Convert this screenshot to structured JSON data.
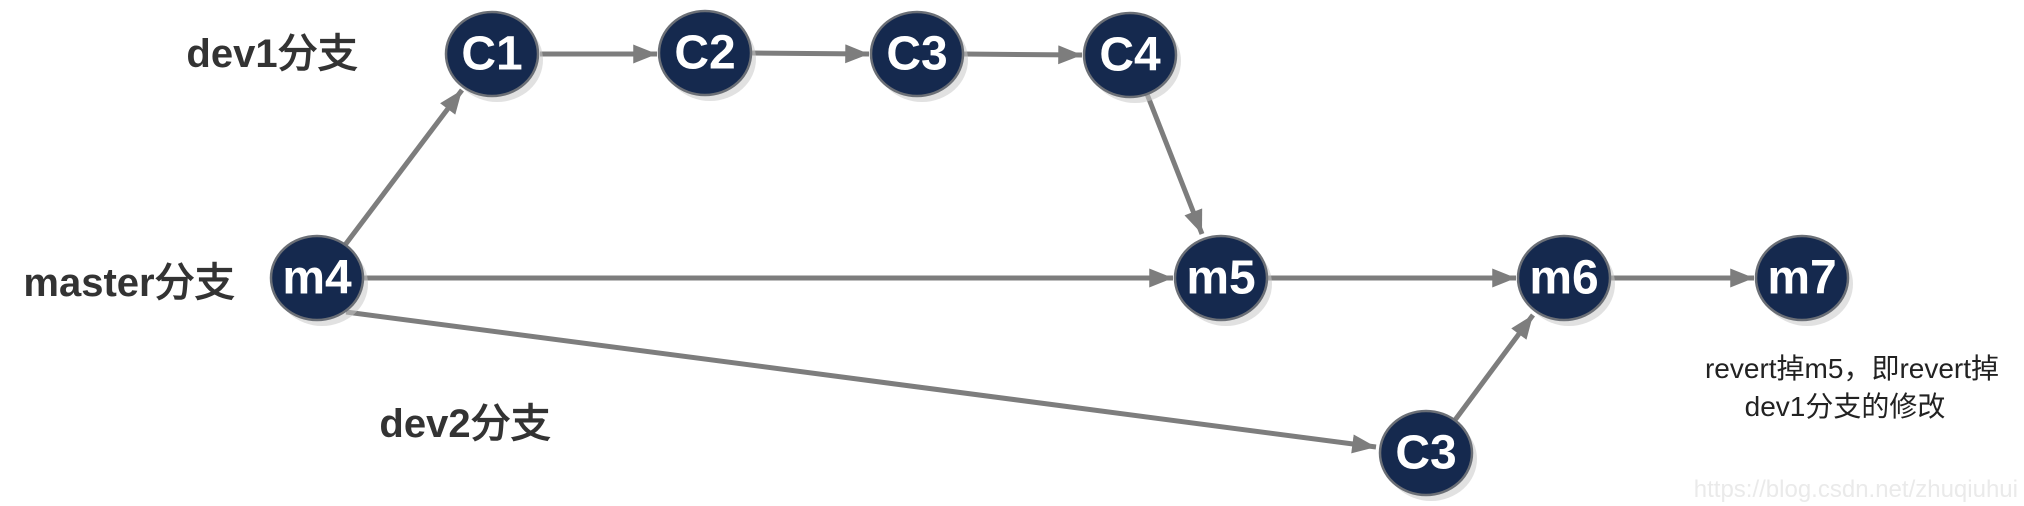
{
  "diagram": {
    "type": "git-branch-commit-graph",
    "branches": [
      {
        "id": "dev1",
        "label": "dev1分支"
      },
      {
        "id": "master",
        "label": "master分支"
      },
      {
        "id": "dev2",
        "label": "dev2分支"
      }
    ],
    "nodes": {
      "c1": {
        "label": "C1",
        "branch": "dev1"
      },
      "c2": {
        "label": "C2",
        "branch": "dev1"
      },
      "c3": {
        "label": "C3",
        "branch": "dev1"
      },
      "c4": {
        "label": "C4",
        "branch": "dev1"
      },
      "m4": {
        "label": "m4",
        "branch": "master"
      },
      "m5": {
        "label": "m5",
        "branch": "master"
      },
      "m6": {
        "label": "m6",
        "branch": "master"
      },
      "m7": {
        "label": "m7",
        "branch": "master"
      },
      "c3_dev2": {
        "label": "C3",
        "branch": "dev2"
      }
    },
    "edges": [
      {
        "from": "m4",
        "to": "c1"
      },
      {
        "from": "c1",
        "to": "c2"
      },
      {
        "from": "c2",
        "to": "c3"
      },
      {
        "from": "c3",
        "to": "c4"
      },
      {
        "from": "c4",
        "to": "m5"
      },
      {
        "from": "m4",
        "to": "m5"
      },
      {
        "from": "m5",
        "to": "m6"
      },
      {
        "from": "m6",
        "to": "m7"
      },
      {
        "from": "m4",
        "to": "c3_dev2"
      },
      {
        "from": "c3_dev2",
        "to": "m6"
      }
    ],
    "annotation": {
      "line1": "revert掉m5，即revert掉",
      "line2": "dev1分支的修改"
    },
    "watermark": "https://blog.csdn.net/zhuqiuhui",
    "colors": {
      "background": "#ffffff",
      "node_fill": "#15294e",
      "node_border": "#6b6f76",
      "node_shadow": "#c9c9c9",
      "edge": "#7d7d7d",
      "branch_label": "#333333",
      "annotation": "#222222",
      "watermark": "#eaeaea"
    }
  }
}
